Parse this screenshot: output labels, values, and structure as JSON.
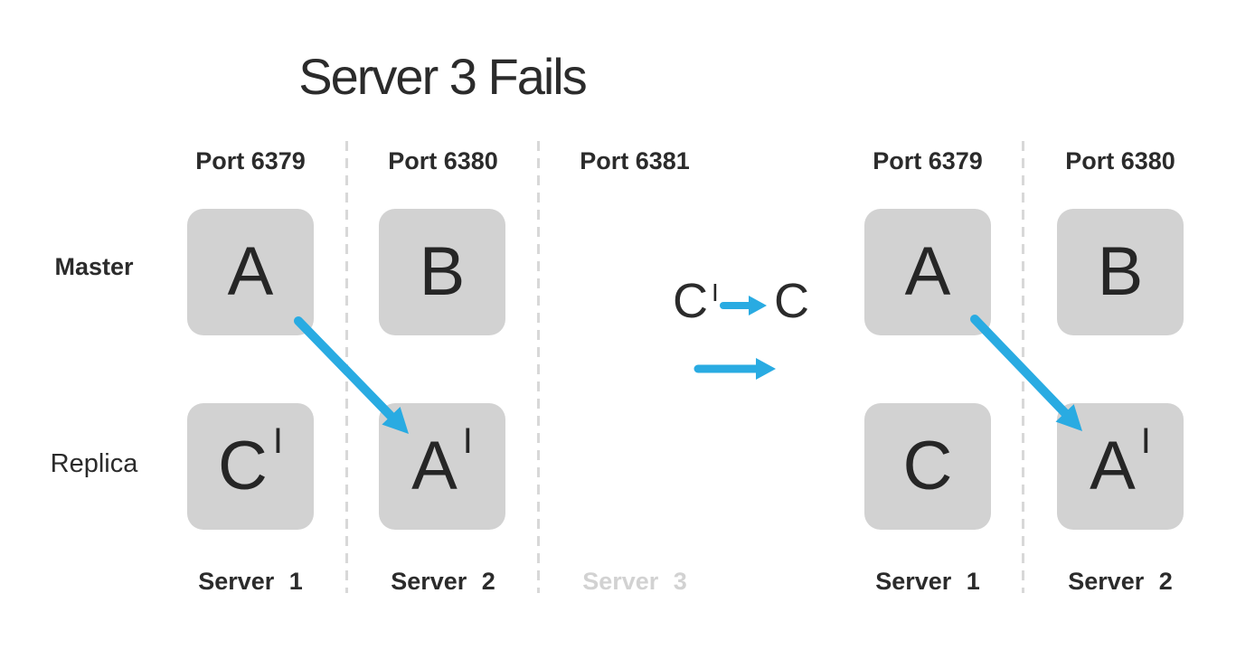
{
  "title": "Server 3 Fails",
  "rows": {
    "master_label": "Master",
    "replica_label": "Replica"
  },
  "left_cluster": {
    "port_labels": [
      "Port 6379",
      "Port 6380",
      "Port 6381"
    ],
    "server_labels": [
      "Server 1",
      "Server 2",
      "Server 3"
    ],
    "master_boxes": [
      {
        "letter": "A",
        "prime": ""
      },
      {
        "letter": "B",
        "prime": ""
      }
    ],
    "replica_boxes": [
      {
        "letter": "C",
        "prime": "I"
      },
      {
        "letter": "A",
        "prime": "I"
      }
    ]
  },
  "transition": {
    "from_letter": "C",
    "from_prime": "I",
    "to_letter": "C"
  },
  "right_cluster": {
    "port_labels": [
      "Port 6379",
      "Port 6380"
    ],
    "server_labels": [
      "Server 1",
      "Server 2"
    ],
    "master_boxes": [
      {
        "letter": "A",
        "prime": ""
      },
      {
        "letter": "B",
        "prime": ""
      }
    ],
    "replica_boxes": [
      {
        "letter": "C",
        "prime": ""
      },
      {
        "letter": "A",
        "prime": "I"
      }
    ]
  },
  "colors": {
    "arrow_blue": "#29abe2",
    "box_gray": "#d2d2d2",
    "text_dark": "#2b2b2b",
    "faded_label_gray": "#d2d2d2",
    "dash_gray": "#d8d8d8"
  }
}
